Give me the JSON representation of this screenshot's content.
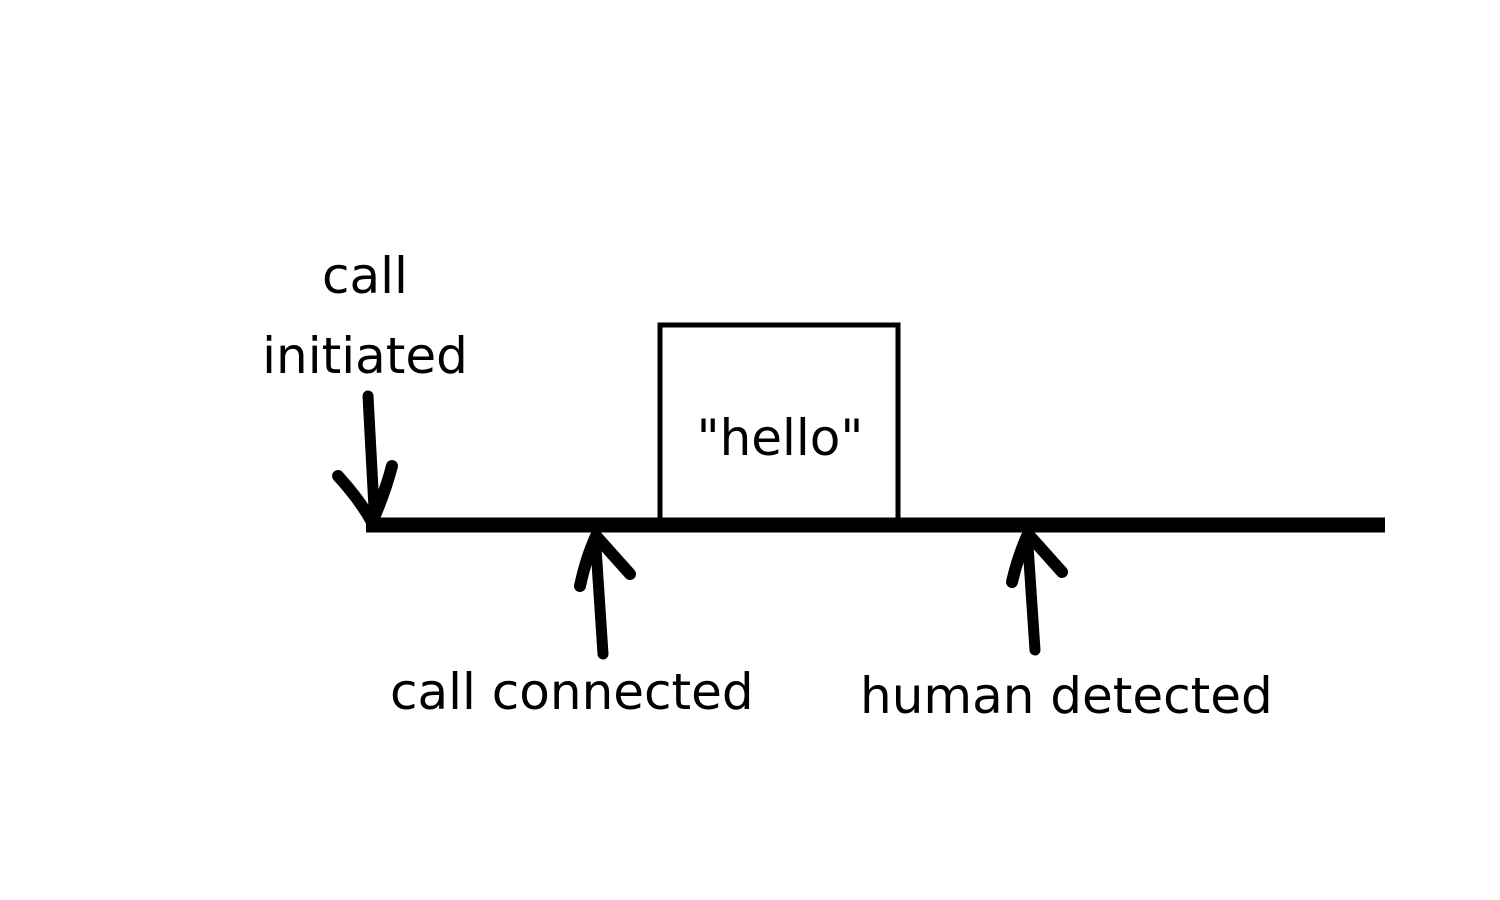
{
  "events": {
    "call_initiated": {
      "line1": "call",
      "line2": "initiated"
    },
    "call_connected": "call connected",
    "human_detected": "human detected"
  },
  "speech_segment": {
    "label": "\"hello\""
  },
  "colors": {
    "ink": "#000000",
    "background": "#ffffff"
  }
}
